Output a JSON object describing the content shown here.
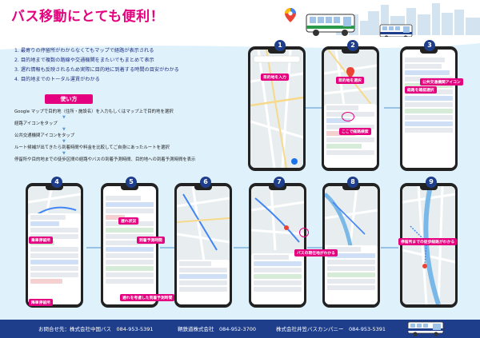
{
  "title": "バス移動にとても便利！",
  "points": [
    "1. 最寄りの停留所がわからなくてもマップで経路が表示される",
    "2. 目的地まで複数の路線や交通機関をまたいでもまとめて表示",
    "3. 遅れ情報も反映されるため実際に目的地に到着する時間の目安がわかる",
    "4. 目的地までのトータル運賃がわかる"
  ],
  "howto_label": "使い方",
  "howto_steps": [
    "Google マップで目的地（住所・施設名）を入力もしくはマップ上で目的地を選択",
    "経路アイコンをタップ",
    "公共交通機関アイコンをタップ",
    "ルート候補が出てきたら到着時間や料金を比較してご自身にあったルートを選択",
    "停留所や目的地までの徒歩区間の経路やバスの到着予測時間、目的地への到着予測時間を表示"
  ],
  "arrow": "▼",
  "phones": [
    {
      "num": "1",
      "tags": [
        "目的地を入力"
      ]
    },
    {
      "num": "2",
      "tags": [
        "目的地を選択",
        "ここで経路検索"
      ]
    },
    {
      "num": "3",
      "tags": [
        "公共交通機関アイコン",
        "経路を確認選択"
      ]
    },
    {
      "num": "4",
      "tags": [
        "乗車停留所",
        "降車停留所"
      ]
    },
    {
      "num": "5",
      "tags": [
        "遅れ状況",
        "到着予測時間",
        "遅れを考慮した到着予測時間"
      ]
    },
    {
      "num": "6",
      "tags": []
    },
    {
      "num": "7",
      "tags": [
        "バスの現在地がわかる"
      ]
    },
    {
      "num": "8",
      "tags": []
    },
    {
      "num": "9",
      "tags": [
        "停留所までの徒歩経路がわかる"
      ]
    }
  ],
  "footer": {
    "contact": "お問合せ先：株式会社中国バス　084-953-5391",
    "company2": "鞆鉄道株式会社　084-952-3700",
    "company3": "株式会社井笠バスカンパニー　084-953-5391"
  },
  "colors": {
    "accent": "#e4007f",
    "navy": "#1e3e8c",
    "light_blue": "#dff1fb"
  },
  "icons": [
    "map-pin-icon",
    "bus-icon",
    "city-skyline-icon"
  ]
}
